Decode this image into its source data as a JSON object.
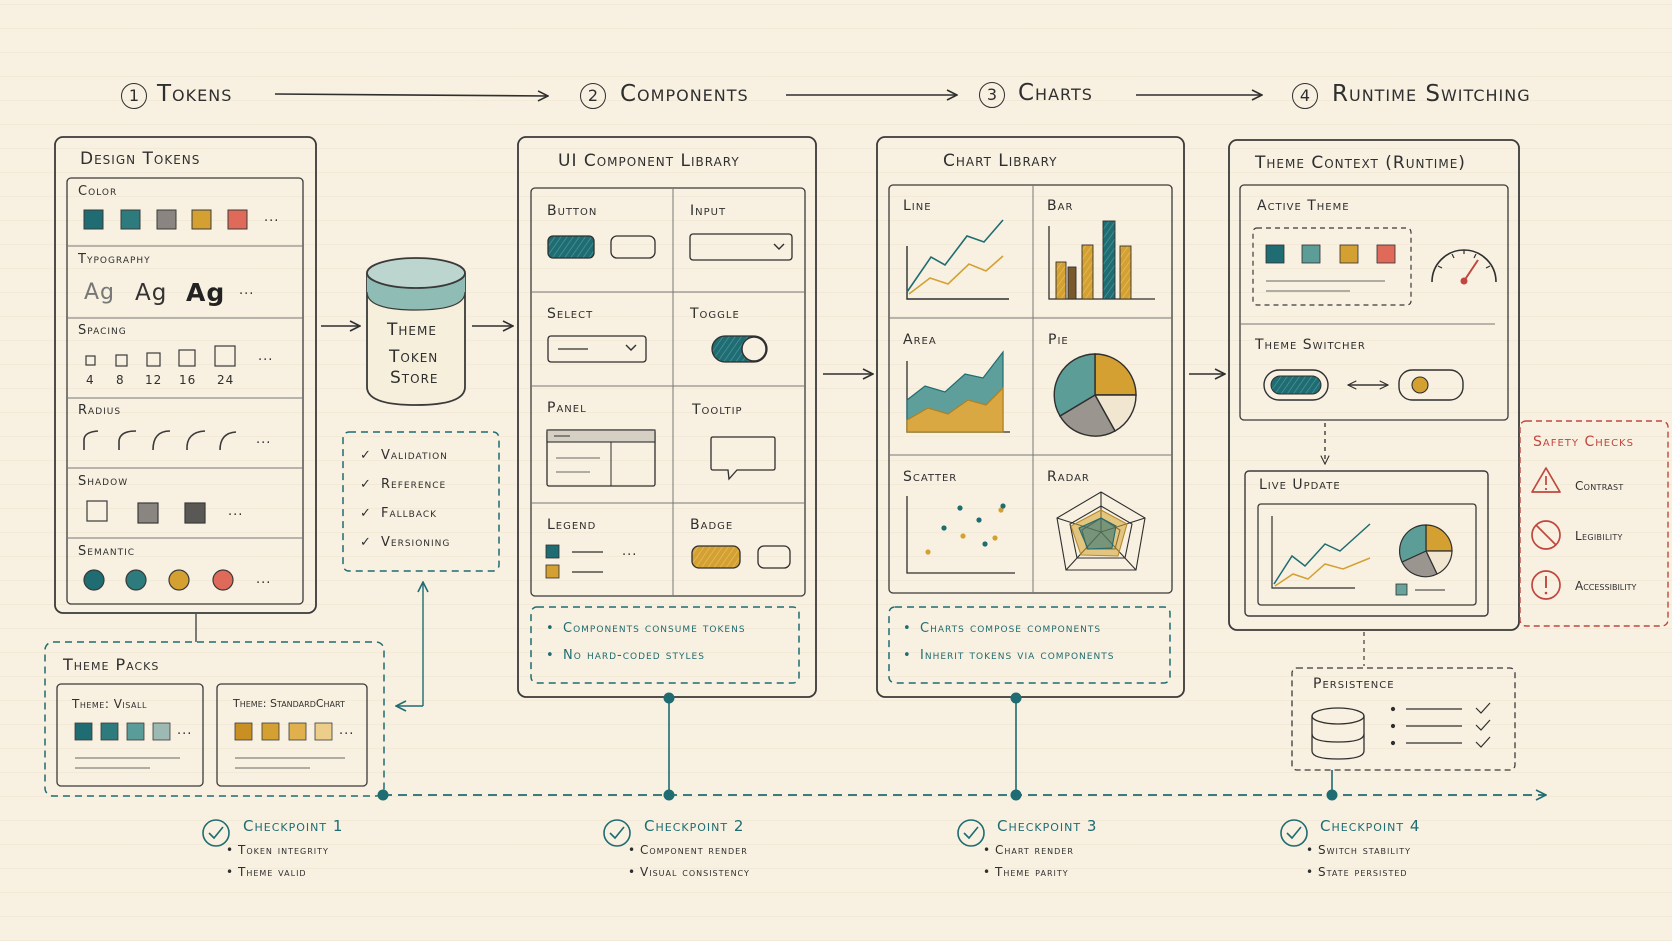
{
  "colors": {
    "ink": "#2f2f2f",
    "teal": "#1f6c72",
    "gold": "#d4a032",
    "red": "#c0473f",
    "paper": "#f8f1e1"
  },
  "stages": [
    {
      "num": "1",
      "label": "Tokens"
    },
    {
      "num": "2",
      "label": "Components"
    },
    {
      "num": "3",
      "label": "Charts"
    },
    {
      "num": "4",
      "label": "Runtime Switching"
    }
  ],
  "design_tokens": {
    "title": "Design Tokens",
    "sections": [
      "Color",
      "Typography",
      "Spacing",
      "Radius",
      "Shadow",
      "Semantic"
    ],
    "typography_samples": [
      "Ag",
      "Ag",
      "Ag"
    ],
    "spacing_values": [
      "4",
      "8",
      "12",
      "16",
      "24"
    ],
    "ellipsis": "..."
  },
  "store": {
    "lines": [
      "Theme",
      "Token",
      "Store"
    ],
    "checks": [
      "Validation",
      "Reference",
      "Fallback",
      "Versioning"
    ],
    "check_mark": "✓"
  },
  "theme_packs": {
    "title": "Theme Packs",
    "packs": [
      "Theme: Visall",
      "Theme: StandardChart"
    ]
  },
  "component_library": {
    "title": "UI Component Library",
    "cells": [
      "Button",
      "Input",
      "Select",
      "Toggle",
      "Panel",
      "Tooltip",
      "Legend",
      "Badge"
    ],
    "notes": [
      "Components consume tokens",
      "No hard-coded styles"
    ]
  },
  "chart_library": {
    "title": "Chart Library",
    "cells": [
      "Line",
      "Bar",
      "Area",
      "Pie",
      "Scatter",
      "Radar"
    ],
    "notes": [
      "Charts compose components",
      "Inherit tokens via components"
    ]
  },
  "theme_context": {
    "title": "Theme Context (Runtime)",
    "active_theme": "Active Theme",
    "theme_switcher": "Theme Switcher",
    "live_update": "Live Update"
  },
  "safety": {
    "title": "Safety Checks",
    "items": [
      "Contrast",
      "Legibility",
      "Accessibility"
    ]
  },
  "persistence": {
    "title": "Persistence"
  },
  "checkpoints": [
    {
      "title": "Checkpoint 1",
      "items": [
        "Token integrity",
        "Theme valid"
      ]
    },
    {
      "title": "Checkpoint 2",
      "items": [
        "Component render",
        "Visual consistency"
      ]
    },
    {
      "title": "Checkpoint 3",
      "items": [
        "Chart render",
        "Theme parity"
      ]
    },
    {
      "title": "Checkpoint 4",
      "items": [
        "Switch stability",
        "State persisted"
      ]
    }
  ],
  "bullet": "•"
}
